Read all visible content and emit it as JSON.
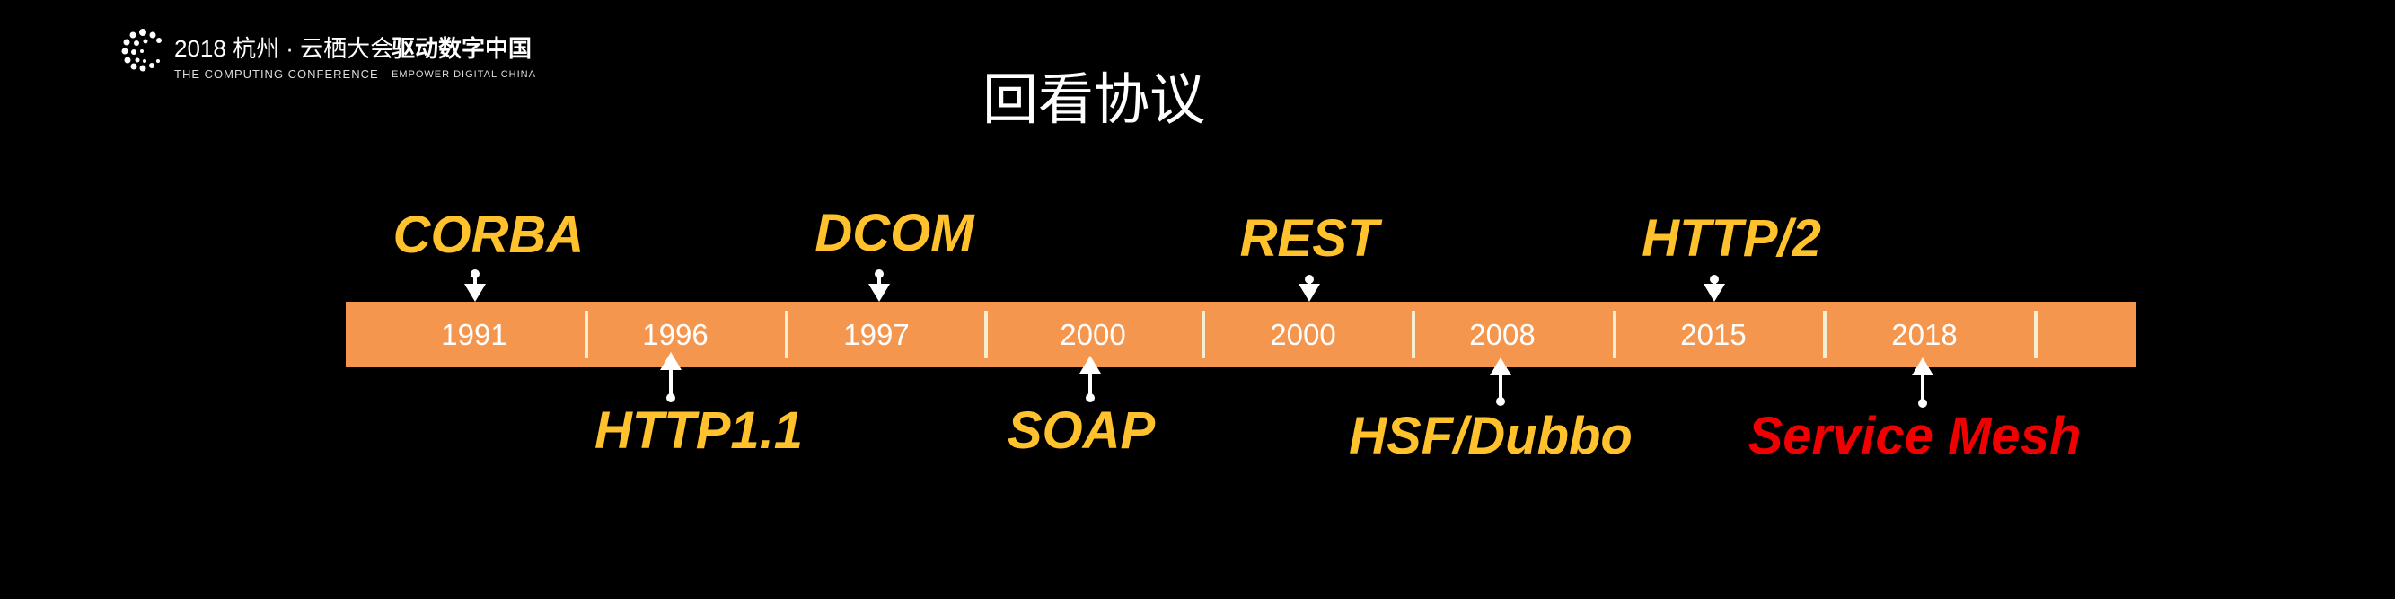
{
  "header": {
    "brand_line1": "2018 杭州 · 云栖大会",
    "brand_line2": "THE COMPUTING CONFERENCE",
    "slogan_line1": "驱动数字中国",
    "slogan_line2": "EMPOWER DIGITAL CHINA",
    "logo_icon": "cloud-c-logo"
  },
  "title": "回看协议",
  "timeline": {
    "bar_color": "#f5964e",
    "years": [
      "1991",
      "1996",
      "1997",
      "2000",
      "2000",
      "2008",
      "2015",
      "2018"
    ],
    "protocols_above": [
      "CORBA",
      "DCOM",
      "REST",
      "HTTP/2"
    ],
    "protocols_below": [
      "HTTP1.1",
      "SOAP",
      "HSF/Dubbo",
      "Service Mesh"
    ],
    "protocol_color": "#ffc22c",
    "highlight_color": "#f00000"
  }
}
